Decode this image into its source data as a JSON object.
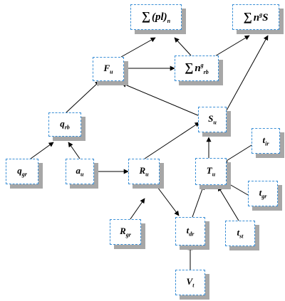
{
  "diagram": {
    "nodes": {
      "sum_pl": {
        "base": "(pl)",
        "sub": "n",
        "sigma": "∑"
      },
      "sum_ngs": {
        "base": "n",
        "sup": "g",
        "tail": "S",
        "sigma": "∑"
      },
      "Fu": {
        "base": "F",
        "sub": "u"
      },
      "sum_nrb": {
        "base": "n",
        "sub": "rb",
        "sup": "g",
        "sigma": "∑"
      },
      "qrb": {
        "base": "q",
        "sub": "rb"
      },
      "Su": {
        "base": "S",
        "sub": "u"
      },
      "tir": {
        "base": "t",
        "sub": "ir"
      },
      "qgr": {
        "base": "q",
        "sub": "gr"
      },
      "au": {
        "base": "a",
        "sub": "u"
      },
      "Ru": {
        "base": "R",
        "sub": "u"
      },
      "Tu": {
        "base": "T",
        "sub": "u"
      },
      "tgr": {
        "base": "t",
        "sub": "gr"
      },
      "Rgr": {
        "base": "R",
        "sub": "gr"
      },
      "tdr": {
        "base": "t",
        "sub": "dr"
      },
      "tst": {
        "base": "t",
        "sub": "st"
      },
      "Vt": {
        "base": "V",
        "sub": "t"
      }
    }
  }
}
